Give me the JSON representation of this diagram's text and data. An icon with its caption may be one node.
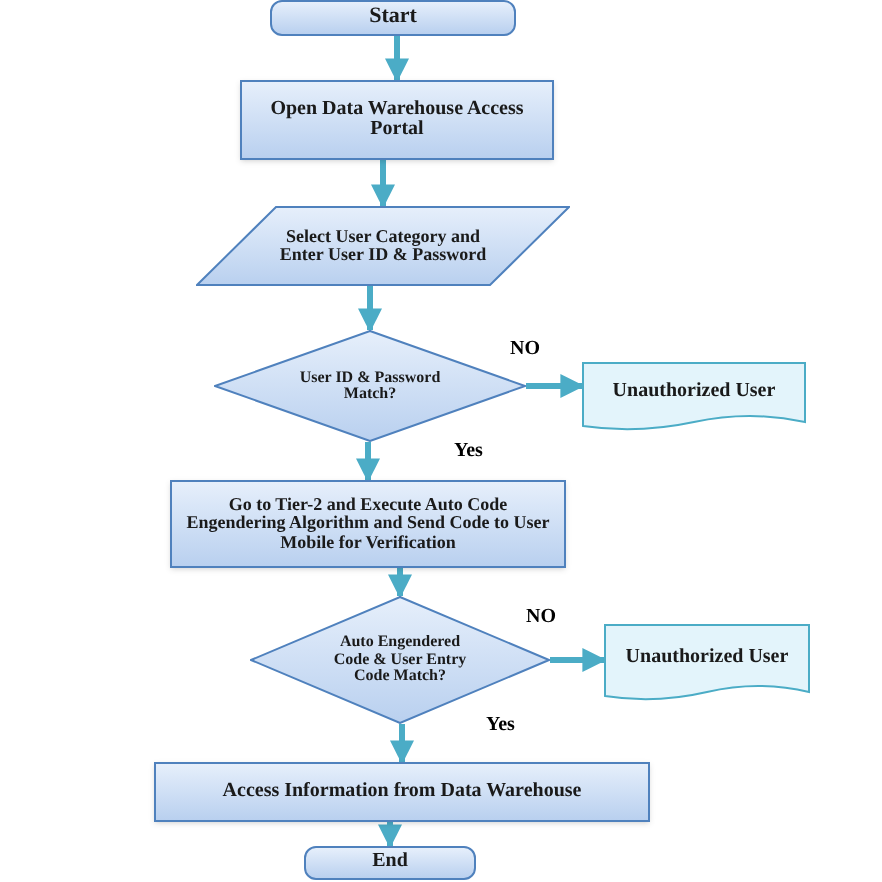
{
  "diagram": {
    "nodes": [
      {
        "text": [
          "Start"
        ]
      },
      {
        "text": [
          "Open Data Warehouse Access Portal"
        ]
      },
      {
        "text": [
          "Select User Category and Enter User ID & Password"
        ]
      },
      {
        "text": [
          "User ID & Password Match?"
        ]
      },
      {
        "text": [
          "Unauthorized User"
        ]
      },
      {
        "text": [
          "Go to Tier-2 and Execute Auto Code Engendering Algorithm and Send Code to User Mobile for Verification"
        ]
      },
      {
        "text": [
          "Auto Engendered Code & User Entry Code Match?"
        ]
      },
      {
        "text": [
          "Unauthorized User"
        ]
      },
      {
        "text": [
          "Access Information from Data Warehouse"
        ]
      },
      {
        "text": [
          "End"
        ]
      }
    ],
    "edges": [
      {
        "from": 0,
        "to": 1,
        "arrow": "to"
      },
      {
        "from": 1,
        "to": 2,
        "arrow": "to"
      },
      {
        "from": 2,
        "to": 3,
        "arrow": "to"
      },
      {
        "from": 3,
        "to": 4,
        "arrow": "to",
        "label": "NO"
      },
      {
        "from": 3,
        "to": 5,
        "arrow": "to",
        "label": "Yes"
      },
      {
        "from": 5,
        "to": 6,
        "arrow": "to"
      },
      {
        "from": 6,
        "to": 7,
        "arrow": "to",
        "label": "NO"
      },
      {
        "from": 6,
        "to": 8,
        "arrow": "to",
        "label": "Yes"
      },
      {
        "from": 8,
        "to": 9,
        "arrow": "to"
      }
    ]
  }
}
